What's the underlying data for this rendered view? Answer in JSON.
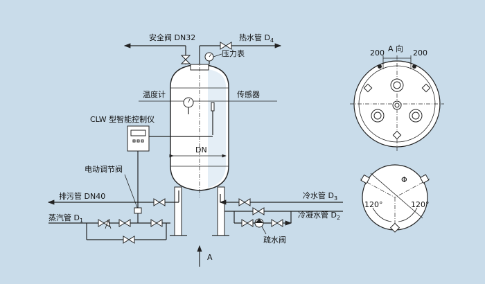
{
  "labels": {
    "safety_valve": "安全阀 DN32",
    "hot_water_pipe": "热水管 D",
    "hot_water_sub": "4",
    "pressure_gauge": "压力表",
    "thermometer": "温度计",
    "sensor": "传感器",
    "controller": "CLW 型智能控制仪",
    "electric_valve": "电动调节阀",
    "drain_pipe": "排污管 DN40",
    "steam_pipe": "蒸汽管 D",
    "steam_sub": "1",
    "cold_water_pipe": "冷水管 D",
    "cold_water_sub": "3",
    "condensate_pipe": "冷凝水管 D",
    "condensate_sub": "2",
    "trap_valve": "疏水阀",
    "diameter": "DN",
    "view_a": "A",
    "view_a_dir": "A 向",
    "dim_left": "200",
    "dim_right": "200",
    "phi": "Φ",
    "angle_left": "120°",
    "angle_right": "120°"
  }
}
